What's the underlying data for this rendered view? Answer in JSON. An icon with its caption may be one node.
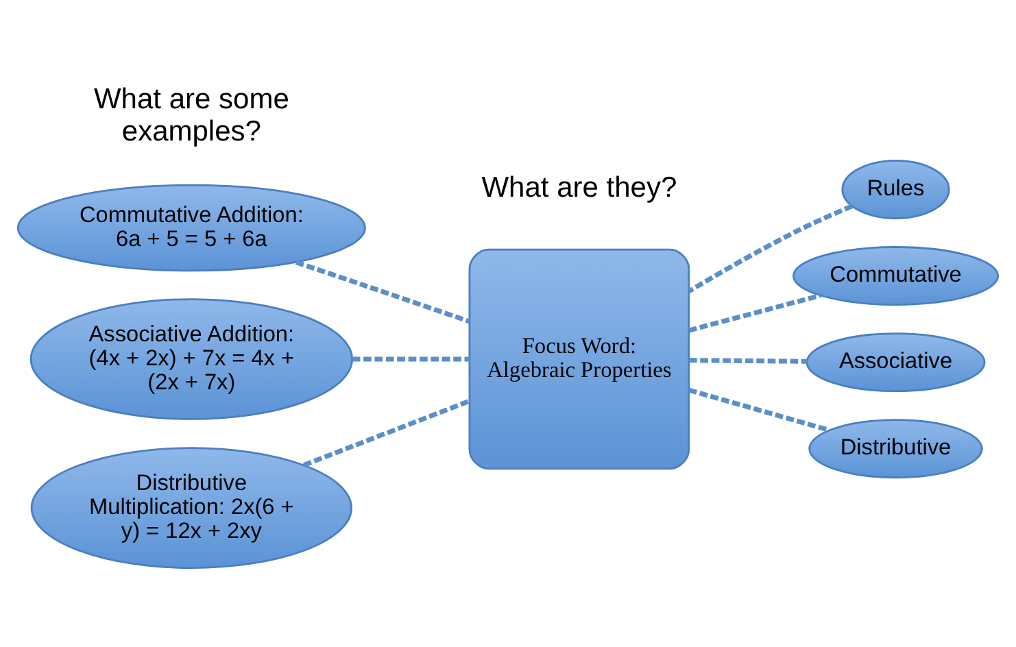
{
  "diagram": {
    "nodes": [
      {
        "text": [
          "Focus Word:",
          "Algebraic Properties"
        ]
      },
      {
        "text": [
          "Rules"
        ]
      },
      {
        "text": [
          "Commutative"
        ]
      },
      {
        "text": [
          "Associative"
        ]
      },
      {
        "text": [
          "Distributive"
        ]
      },
      {
        "text": [
          "Commutative Addition: 6a + 5 = 5 + 6a"
        ]
      },
      {
        "text": [
          "Associative Addition: (4x + 2x) + 7x = 4x + (2x + 7x)"
        ]
      },
      {
        "text": [
          "Distributive Multiplication: 2x(6 + y) = 12x + 2xy"
        ]
      }
    ],
    "edges": [
      {
        "from": 1,
        "to": 0,
        "arrow": "none",
        "style": "dashed"
      },
      {
        "from": 0,
        "to": 2,
        "arrow": "none",
        "style": "dashed"
      },
      {
        "from": 0,
        "to": 3,
        "arrow": "none",
        "style": "dashed"
      },
      {
        "from": 0,
        "to": 4,
        "arrow": "none",
        "style": "dashed"
      },
      {
        "from": 5,
        "to": 0,
        "arrow": "none",
        "style": "dashed"
      },
      {
        "from": 6,
        "to": 0,
        "arrow": "none",
        "style": "dashed"
      },
      {
        "from": 7,
        "to": 0,
        "arrow": "none",
        "style": "dashed"
      }
    ],
    "labels": [
      "What are some examples?",
      "What are they?"
    ]
  }
}
